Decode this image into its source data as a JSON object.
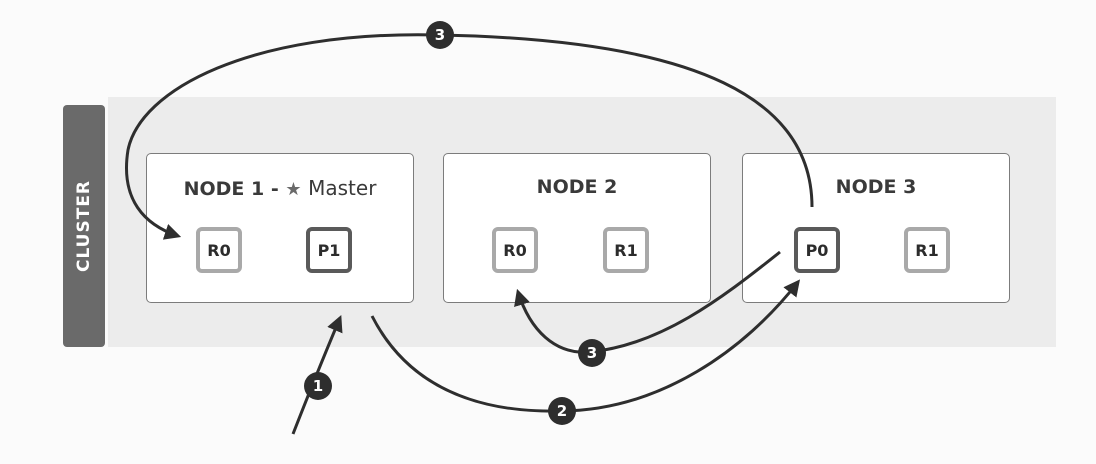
{
  "cluster": {
    "label": "CLUSTER"
  },
  "nodes": [
    {
      "title": "NODE 1 - ",
      "master_icon": "star-icon",
      "master_label": "Master",
      "shards": [
        "R0",
        "P1"
      ]
    },
    {
      "title": "NODE 2",
      "shards": [
        "R0",
        "R1"
      ]
    },
    {
      "title": "NODE 3",
      "shards": [
        "P0",
        "R1"
      ]
    }
  ],
  "steps": [
    "1",
    "2",
    "3",
    "3"
  ],
  "colors": {
    "primary_border": "#5a5a5a",
    "replica_border": "#a9a9a9",
    "arrow": "#2e2e2e",
    "cluster_tab": "#6a6a6a"
  }
}
